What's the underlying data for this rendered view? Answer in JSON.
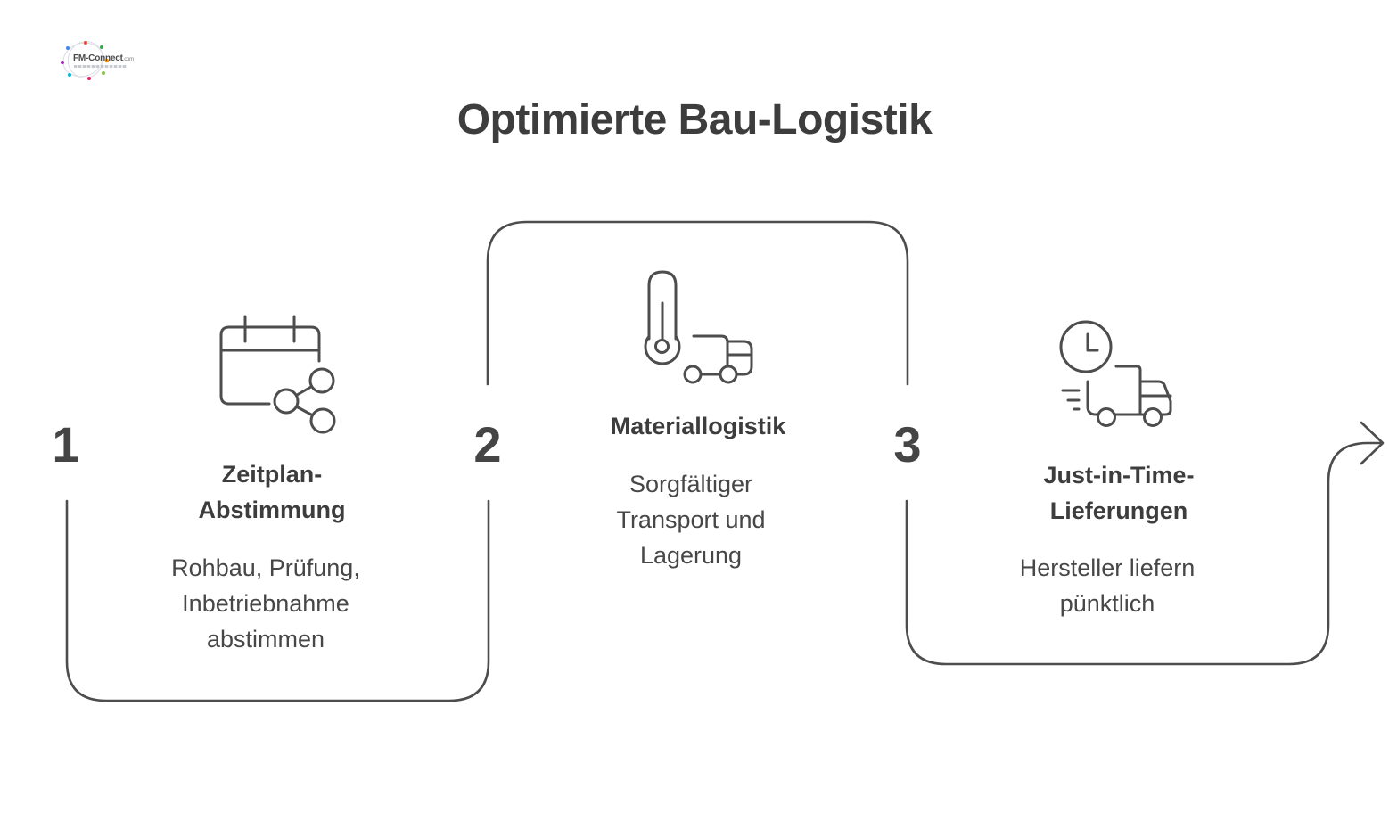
{
  "logo": {
    "name": "FM-Connect",
    "tld": ".com",
    "dot_colors": [
      "#4285f4",
      "#ea4335",
      "#34a853",
      "#9c27b0",
      "#ff9800",
      "#00bcd4",
      "#e91e63",
      "#8bc34a"
    ]
  },
  "title": "Optimierte Bau-Logistik",
  "flow": {
    "line_color": "#4d4d4d",
    "ends_with": "arrow-right"
  },
  "steps": [
    {
      "number": "1",
      "icon": "calendar-share-icon",
      "title": "Zeitplan-\nAbstimmung",
      "description": "Rohbau, Prüfung,\nInbetriebnahme\nabstimmen"
    },
    {
      "number": "2",
      "icon": "thermometer-truck-icon",
      "title": "Materiallogistik",
      "description": "Sorgfältiger\nTransport und\nLagerung"
    },
    {
      "number": "3",
      "icon": "clock-delivery-truck-icon",
      "title": "Just-in-Time-\nLieferungen",
      "description": "Hersteller liefern\npünktlich"
    }
  ]
}
